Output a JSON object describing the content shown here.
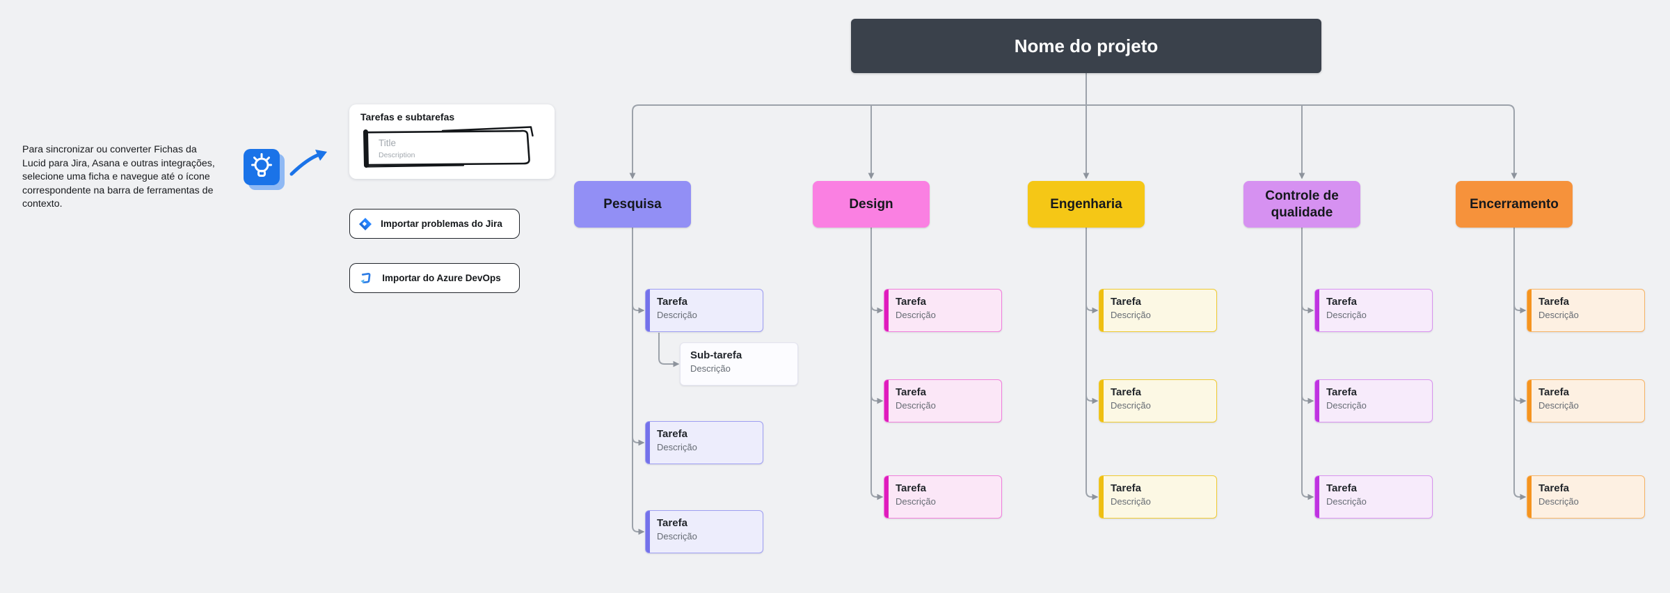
{
  "canvas": {
    "bg": "#F0F1F3"
  },
  "palette": {
    "connector": "#9CA2AA",
    "arrow": "#8D939C"
  },
  "annotation": {
    "text": "Para sincronizar ou converter Fichas da\nLucid para Jira, Asana e outras integrações,\nselecione uma ficha e navegue até o ícone\ncorrespondente na barra de ferramentas de\ncontexto."
  },
  "hint": {
    "icon": "lightbulb-icon",
    "icon_bg": "#1A73E8",
    "icon_shadow": "#8FB9F4",
    "arrow_color": "#1A73E8"
  },
  "legend_card": {
    "title": "Tarefas e subtarefas",
    "title_placeholder": "Title",
    "description_placeholder": "Description"
  },
  "import_buttons": [
    {
      "id": "jira",
      "icon": "jira-icon",
      "label": "Importar problemas do Jira"
    },
    {
      "id": "azure-devops",
      "icon": "azure-devops-icon",
      "label": "Importar do Azure DevOps"
    }
  ],
  "project": {
    "title": "Nome do projeto",
    "bg": "#3A414B",
    "text_color": "#FFFFFF"
  },
  "subtask_style": {
    "bg": "#FCFCFF",
    "border": "#E4E4F0"
  },
  "columns": [
    {
      "id": "pesquisa",
      "label": "Pesquisa",
      "colors": {
        "header_bg": "#928FF5",
        "card_bg": "#EDEDFC",
        "card_border": "#9E9EF2",
        "card_bar": "#7472EA"
      },
      "tasks": [
        {
          "title": "Tarefa",
          "description": "Descrição",
          "subtasks": [
            {
              "title": "Sub-tarefa",
              "description": "Descrição"
            }
          ]
        },
        {
          "title": "Tarefa",
          "description": "Descrição"
        },
        {
          "title": "Tarefa",
          "description": "Descrição"
        }
      ]
    },
    {
      "id": "design",
      "label": "Design",
      "colors": {
        "header_bg": "#FA80E2",
        "card_bg": "#FBE7F7",
        "card_border": "#F07FDB",
        "card_bar": "#DF1CBD"
      },
      "tasks": [
        {
          "title": "Tarefa",
          "description": "Descrição"
        },
        {
          "title": "Tarefa",
          "description": "Descrição"
        },
        {
          "title": "Tarefa",
          "description": "Descrição"
        }
      ]
    },
    {
      "id": "engenharia",
      "label": "Engenharia",
      "colors": {
        "header_bg": "#F5C716",
        "card_bg": "#FCF8E4",
        "card_border": "#EFCA31",
        "card_bar": "#EFBF11"
      },
      "tasks": [
        {
          "title": "Tarefa",
          "description": "Descrição"
        },
        {
          "title": "Tarefa",
          "description": "Descrição"
        },
        {
          "title": "Tarefa",
          "description": "Descrição"
        }
      ]
    },
    {
      "id": "controle-de-qualidade",
      "label": "Controle de qualidade",
      "colors": {
        "header_bg": "#D691F1",
        "card_bg": "#F7EBFB",
        "card_border": "#D993F0",
        "card_bar": "#BF33E1"
      },
      "tasks": [
        {
          "title": "Tarefa",
          "description": "Descrição"
        },
        {
          "title": "Tarefa",
          "description": "Descrição"
        },
        {
          "title": "Tarefa",
          "description": "Descrição"
        }
      ]
    },
    {
      "id": "encerramento",
      "label": "Encerramento",
      "colors": {
        "header_bg": "#F6923B",
        "card_bg": "#FDF0E2",
        "card_border": "#F7B466",
        "card_bar": "#F5941F"
      },
      "tasks": [
        {
          "title": "Tarefa",
          "description": "Descrição"
        },
        {
          "title": "Tarefa",
          "description": "Descrição"
        },
        {
          "title": "Tarefa",
          "description": "Descrição"
        }
      ]
    }
  ]
}
